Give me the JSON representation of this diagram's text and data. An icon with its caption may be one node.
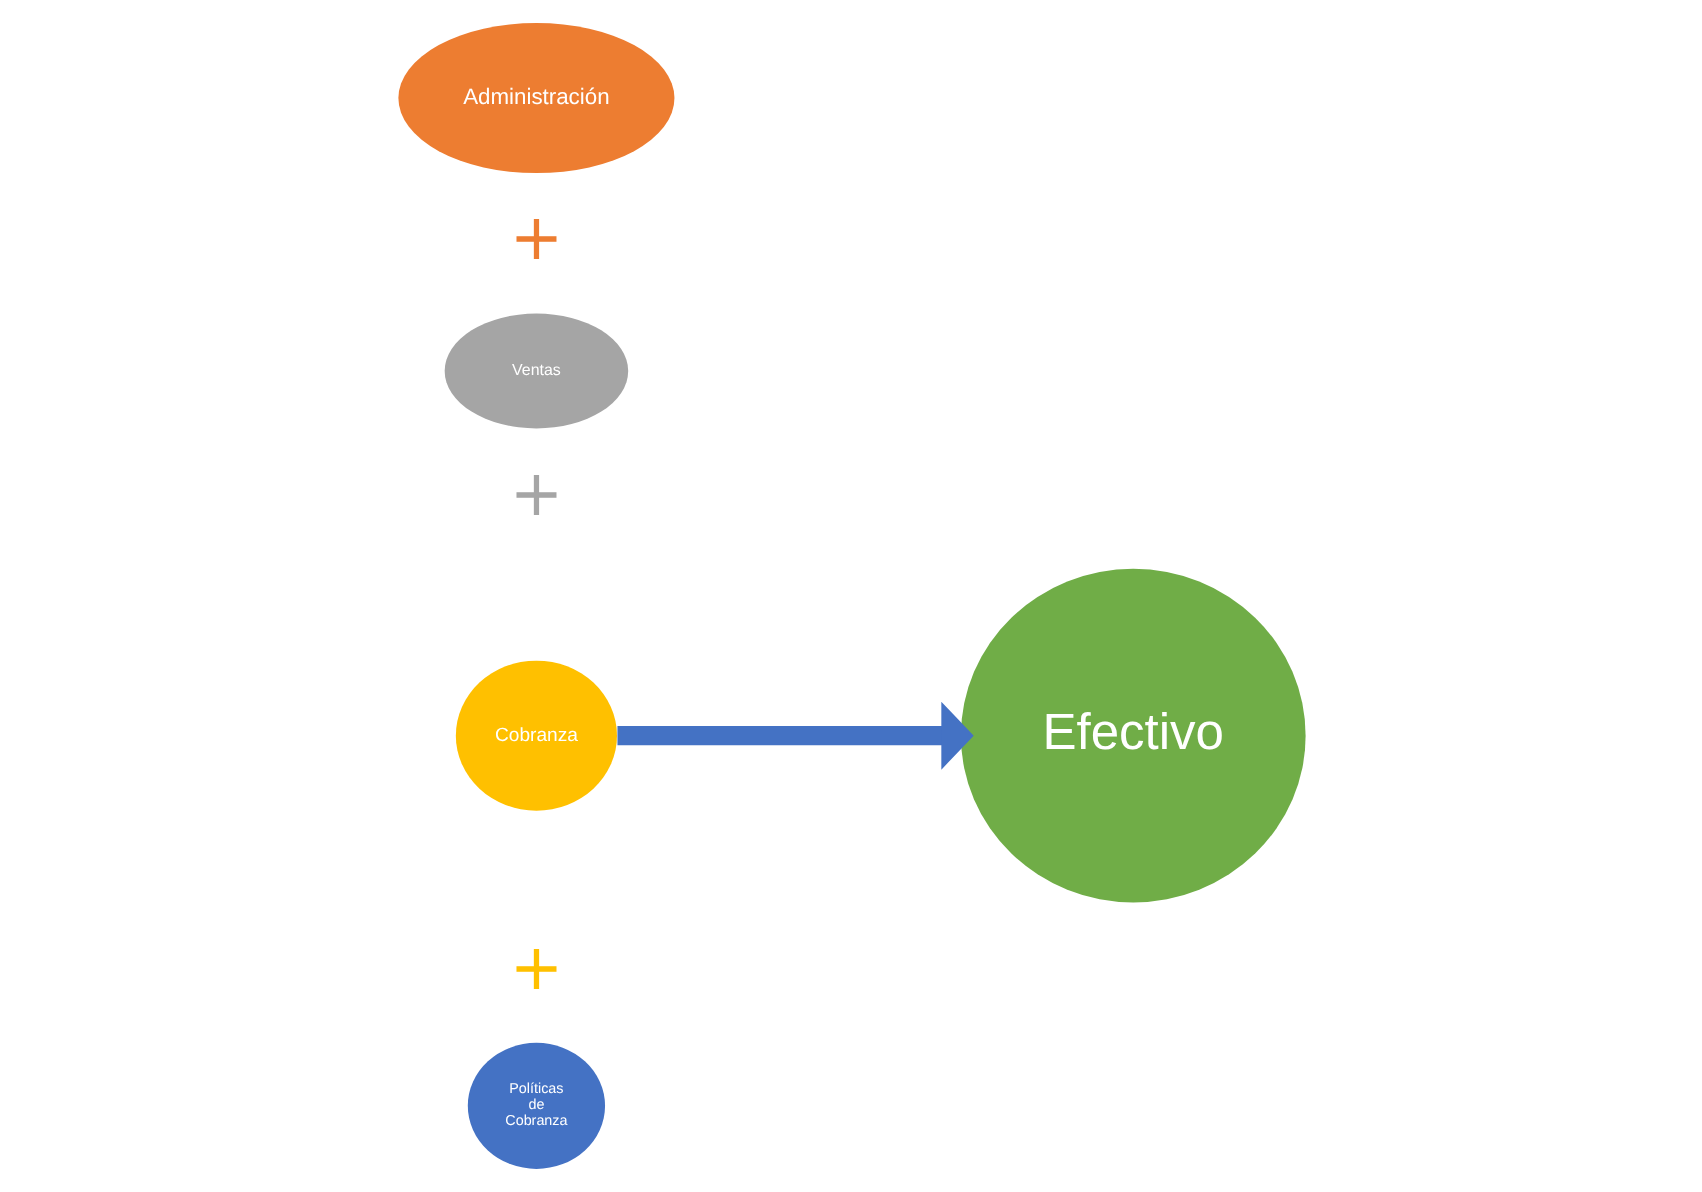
{
  "diagram": {
    "nodes": [
      {
        "text": [
          "Administración"
        ]
      },
      {
        "text": [
          "Ventas"
        ]
      },
      {
        "text": [
          "Cobranza"
        ]
      },
      {
        "text": [
          "Políticas de Cobranza"
        ]
      },
      {
        "text": [
          "Efectivo"
        ]
      }
    ],
    "edges": [
      {
        "from": 2,
        "to": 4,
        "arrow": "to",
        "color": "#4472c4"
      }
    ],
    "labels": [
      "+",
      "+",
      "+"
    ]
  }
}
